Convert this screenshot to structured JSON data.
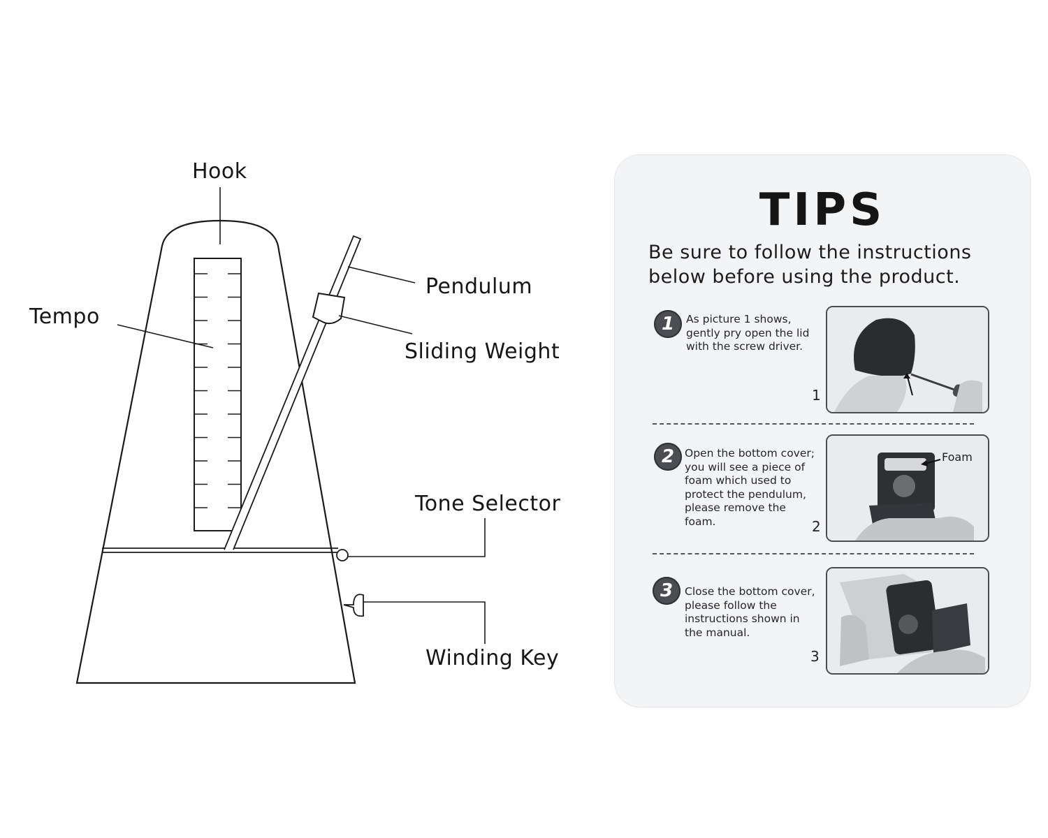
{
  "diagram": {
    "labels": {
      "hook": "Hook",
      "tempo": "Tempo",
      "pendulum": "Pendulum",
      "sliding_weight": "Sliding Weight",
      "tone_selector": "Tone Selector",
      "winding_key": "Winding Key"
    }
  },
  "tips": {
    "title": "TIPS",
    "subtitle": "Be sure to follow the instructions below before using the product.",
    "steps": [
      {
        "badge": "1",
        "text": "As picture 1 shows, gently pry open the lid with the screw driver.",
        "picture_number": "1"
      },
      {
        "badge": "2",
        "text": "Open the bottom cover; you will see a piece of foam which used to protect the pendulum, please remove the foam.",
        "picture_number": "2",
        "callout": "Foam"
      },
      {
        "badge": "3",
        "text": "Close the bottom cover, please follow the instructions shown in the manual.",
        "picture_number": "3"
      }
    ]
  }
}
